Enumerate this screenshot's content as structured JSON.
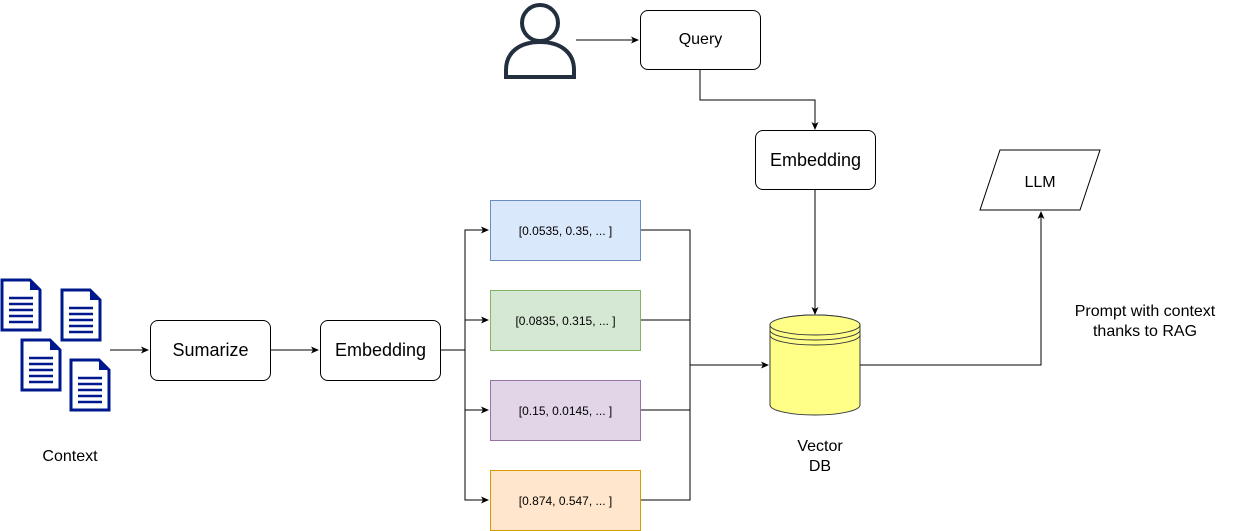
{
  "nodes": {
    "query": "Query",
    "embedding_query": "Embedding",
    "llm": "LLM",
    "summarize": "Sumarize",
    "embedding_docs": "Embedding"
  },
  "vectors": [
    {
      "text": "[0.0535, 0.35, ... ]",
      "fill": "#dae8fc",
      "stroke": "#6c8ebf"
    },
    {
      "text": "[0.0835, 0.315, ... ]",
      "fill": "#d5e8d4",
      "stroke": "#82b366"
    },
    {
      "text": "[0.15, 0.0145, ... ]",
      "fill": "#e1d5e7",
      "stroke": "#9673a6"
    },
    {
      "text": "[0.874, 0.547, ... ]",
      "fill": "#ffe6cc",
      "stroke": "#d79b00"
    }
  ],
  "labels": {
    "context": "Context",
    "vector_db_line1": "Vector",
    "vector_db_line2": "DB",
    "prompt_line1": "Prompt with context",
    "prompt_line2": "thanks to RAG"
  },
  "icons": {
    "user": "user-icon",
    "document": "document-icon",
    "database": "database-icon"
  },
  "colors": {
    "document_icon": "#00188d",
    "user_icon": "#232f3e",
    "database_fill": "#ffff88",
    "database_stroke": "#36393d"
  }
}
